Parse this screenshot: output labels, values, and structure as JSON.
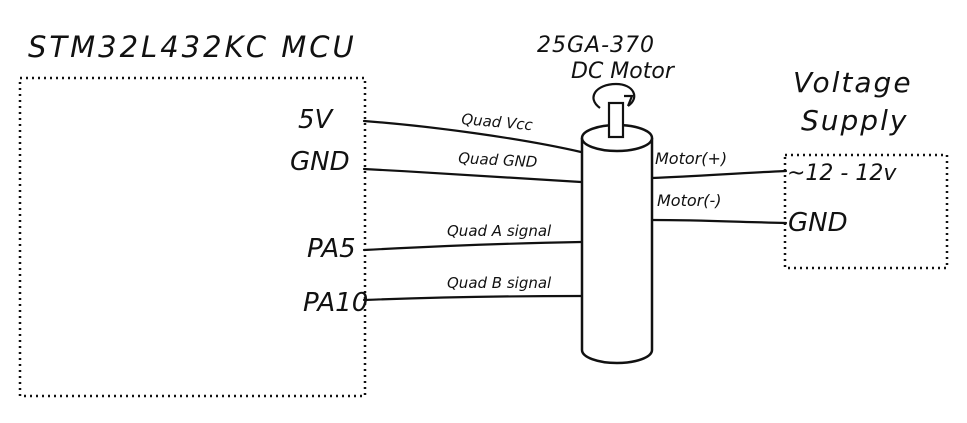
{
  "mcu": {
    "title": "STM32L432KC MCU",
    "pins": {
      "v5": "5V",
      "gnd": "GND",
      "pa5": "PA5",
      "pa10": "PA10"
    }
  },
  "motor": {
    "title_line1": "25GA-370",
    "title_line2": "DC Motor"
  },
  "wires": {
    "quad_vcc": "Quad Vcc",
    "quad_gnd": "Quad GND",
    "quad_a": "Quad A signal",
    "quad_b": "Quad B signal",
    "motor_pos": "Motor(+)",
    "motor_neg": "Motor(-)"
  },
  "supply": {
    "title_line1": "Voltage",
    "title_line2": "Supply",
    "terminal_pos": "~12 - 12v",
    "terminal_gnd": "GND"
  },
  "colors": {
    "ink": "#111111",
    "background": "#ffffff"
  }
}
